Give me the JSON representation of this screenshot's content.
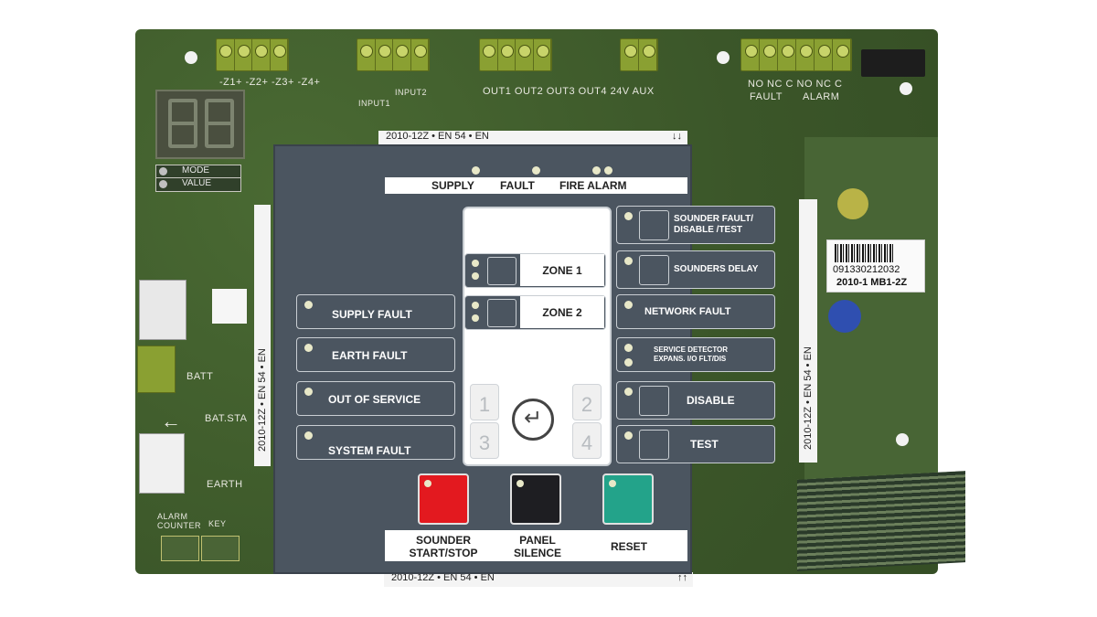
{
  "board": {
    "terminal_labels_left": "-Z1+  -Z2+  -Z3+  -Z4+",
    "input1": "INPUT1",
    "input2": "INPUT2",
    "outputs": "OUT1  OUT2  OUT3  OUT4  24V  AUX",
    "relay_contacts": "NO NC  C  NO NC  C",
    "relay_fault": "FAULT",
    "relay_alarm": "ALARM",
    "mode": "MODE",
    "value": "VALUE",
    "batt": "BATT",
    "bat_sta": "BAT.STA",
    "earth": "EARTH",
    "alarm_counter": "ALARM\nCOUNTER",
    "key": "KEY",
    "barcode_number": "091330212032",
    "board_model": "2010-1 MB1-2Z",
    "strip_top": "2010-12Z • EN 54 • EN",
    "strip_bottom": "2010-12Z • EN 54 • EN",
    "strip_left": "2010-12Z • EN 54 • EN",
    "strip_right": "2010-12Z • EN 54 • EN"
  },
  "panel": {
    "status_leds": {
      "supply": "SUPPLY",
      "fault": "FAULT",
      "fire_alarm": "FIRE ALARM"
    },
    "left_buttons": [
      {
        "label": "SUPPLY FAULT"
      },
      {
        "label": "EARTH FAULT"
      },
      {
        "label": "OUT OF SERVICE"
      },
      {
        "label": "SYSTEM FAULT"
      }
    ],
    "zones": [
      {
        "label": "ZONE 1"
      },
      {
        "label": "ZONE 2"
      }
    ],
    "nav_keys": [
      "1",
      "2",
      "3",
      "4"
    ],
    "enter_symbol": "↵",
    "right_buttons": [
      {
        "label": "SOUNDER FAULT/\nDISABLE /TEST"
      },
      {
        "label": "SOUNDERS DELAY"
      },
      {
        "label": "NETWORK FAULT"
      },
      {
        "label": "SERVICE DETECTOR\nEXPANS. I/O FLT/DIS"
      },
      {
        "label": "DISABLE"
      },
      {
        "label": "TEST"
      }
    ],
    "action_keys": [
      {
        "label": "SOUNDER\nSTART/STOP",
        "color": "#e3191f"
      },
      {
        "label": "PANEL\nSILENCE",
        "color": "#1e1e22"
      },
      {
        "label": "RESET",
        "color": "#23a38a"
      }
    ]
  }
}
